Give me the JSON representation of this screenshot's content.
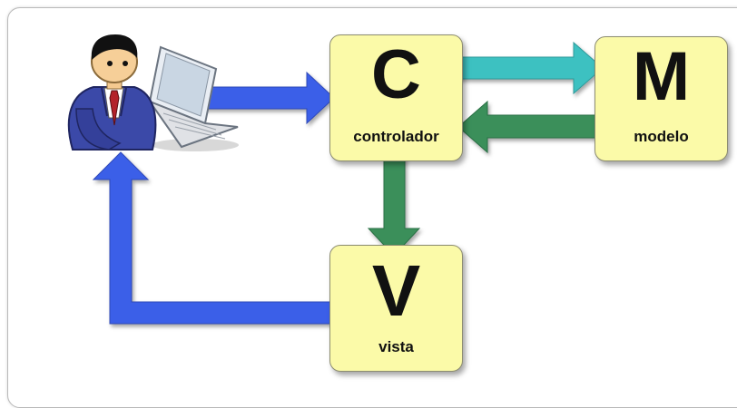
{
  "diagram": {
    "nodes": {
      "controller": {
        "letter": "C",
        "label": "controlador"
      },
      "model": {
        "letter": "M",
        "label": "modelo"
      },
      "view": {
        "letter": "V",
        "label": "vista"
      }
    },
    "actor": {
      "icon": "user-with-laptop-icon"
    },
    "edges": [
      {
        "from": "actor",
        "to": "controller",
        "color": "#3b5fe8"
      },
      {
        "from": "controller",
        "to": "model",
        "color": "#3ec1c1"
      },
      {
        "from": "model",
        "to": "controller",
        "color": "#3a8f5a"
      },
      {
        "from": "controller",
        "to": "view",
        "color": "#3a8f5a"
      },
      {
        "from": "view",
        "to": "actor",
        "color": "#3b5fe8"
      }
    ],
    "colors": {
      "box_fill": "#fbfaa8",
      "blue": "#3b5fe8",
      "teal": "#3ec1c1",
      "green": "#3a8f5a"
    }
  }
}
